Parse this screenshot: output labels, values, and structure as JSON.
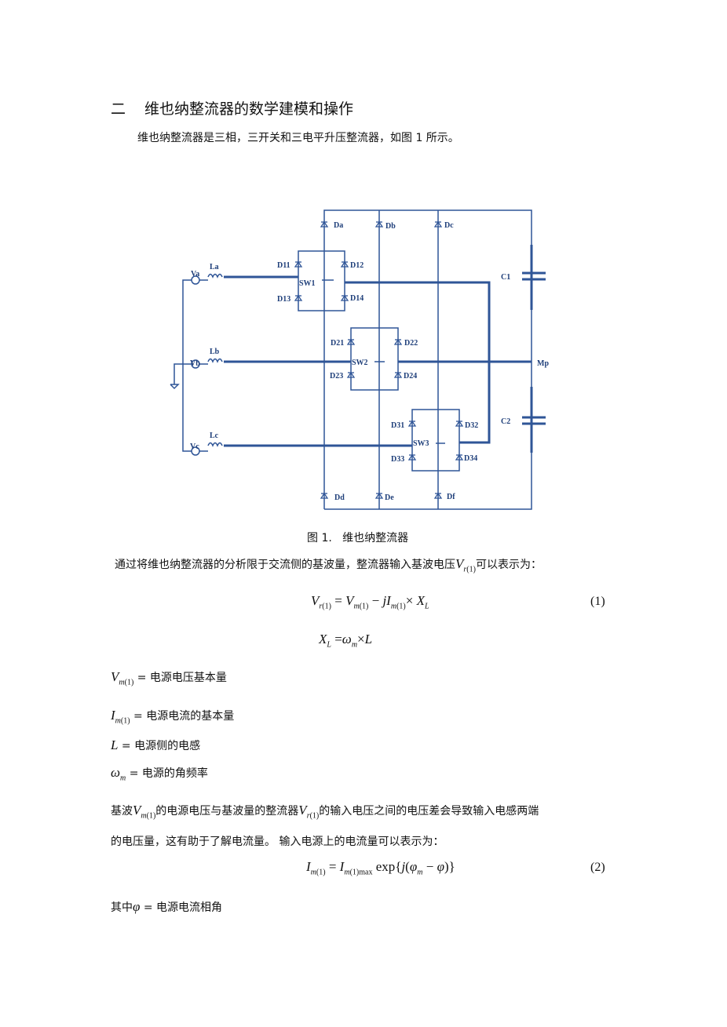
{
  "section": {
    "number": "二",
    "title": "维也纳整流器的数学建模和操作"
  },
  "intro": "维也纳整流器是三相，三开关和三电平升压整流器，如图 1 所示。",
  "figure": {
    "caption_label": "图 1.",
    "caption_text": "维也纳整流器",
    "labels": {
      "sources": [
        "Va",
        "Vb",
        "Vc"
      ],
      "inductors": [
        "La",
        "Lb",
        "Lc"
      ],
      "switches": [
        "SW1",
        "SW2",
        "SW3"
      ],
      "top_diodes": [
        "Da",
        "Db",
        "Dc"
      ],
      "bottom_diodes": [
        "Dd",
        "De",
        "Df"
      ],
      "sw1_diodes": [
        "D11",
        "D12",
        "D13",
        "D14"
      ],
      "sw2_diodes": [
        "D21",
        "D22",
        "D23",
        "D24"
      ],
      "sw3_diodes": [
        "D31",
        "D32",
        "D33",
        "D34"
      ],
      "capacitors": [
        "C1",
        "C2"
      ],
      "midpoint": "Mp"
    },
    "wire_color": "#2f5597"
  },
  "para1": {
    "before": "通过将维也纳整流器的分析限于交流侧的基波量，整流器输入基波电压",
    "after": "可以表示为："
  },
  "eq1": {
    "number": "(1)"
  },
  "eq2": {
    "number": "(2)"
  },
  "defs": {
    "vm": "= 电源电压基本量",
    "im": "= 电源电流的基本量",
    "l": "= 电源侧的电感",
    "wm": "= 电源的角频率"
  },
  "para2": {
    "a": "基波",
    "b": "的电源电压与基波量的整流器",
    "c": "的输入电压之间的电压差会导致输入电感两端",
    "line2": "的电压量，这有助于了解电流量。 输入电源上的电流量可以表示为："
  },
  "phi_def": {
    "prefix": "其中",
    "text": "= 电源电流相角"
  }
}
